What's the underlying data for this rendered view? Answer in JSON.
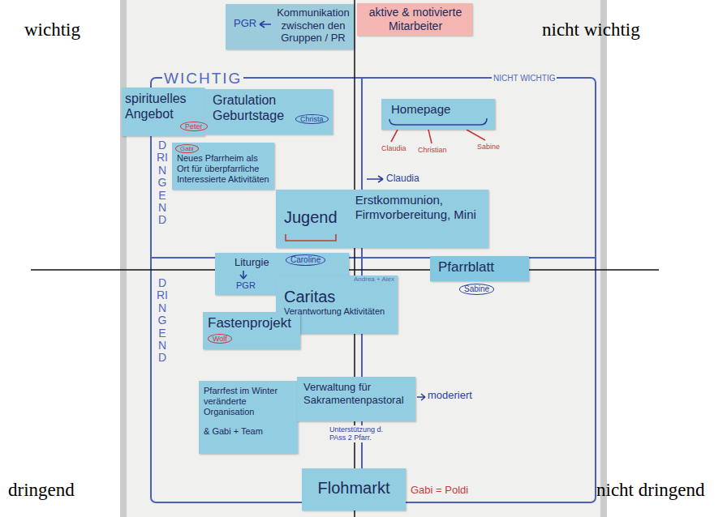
{
  "diagram": {
    "nodes": [
      {
        "text": [
          "Kommunikation zwischen den Gruppen / PR"
        ]
      },
      {
        "text": [
          "aktive & motivierte Mitarbeiter"
        ]
      },
      {
        "text": [
          "spirituelles Angebot"
        ]
      },
      {
        "text": [
          "Gratulation Geburtstage"
        ]
      },
      {
        "text": [
          "Homepage"
        ]
      },
      {
        "text": [
          "Neues Pfarrheim als Ort für überpfarrliche Interessierte Aktivitäten"
        ]
      },
      {
        "text": [
          "Jugend",
          "Erstkommunion, Firmvorbereitung, Mini"
        ]
      },
      {
        "text": [
          "Liturgie"
        ]
      },
      {
        "text": [
          "Pfarrblatt"
        ]
      },
      {
        "text": [
          "Caritas",
          "Verantwortung Aktivitäten"
        ]
      },
      {
        "text": [
          "Fastenprojekt"
        ]
      },
      {
        "text": [
          "Pfarrfest im Winter veränderte Organisation",
          "& Gabi + Team"
        ]
      },
      {
        "text": [
          "Verwaltung für Sakramentenpastoral"
        ]
      },
      {
        "text": [
          "Flohmarkt"
        ]
      }
    ],
    "labels": [
      "wichtig",
      "nicht wichtig",
      "PGR",
      "WICHTIG",
      "NICHT WICHTIG",
      "Peter",
      "Christa",
      "Gabi",
      "DRINGEND",
      "Claudia",
      "Christian",
      "Sabine",
      "Claudia",
      "Caroline",
      "PGR",
      "Andrea + Alex",
      "Sabine",
      "DRINGEND",
      "Wolf",
      "moderiert",
      "Unterstützung d. PAss 2 Pfarr.",
      "Gabi = Poldi",
      "dringend",
      "nicht dringend"
    ]
  }
}
